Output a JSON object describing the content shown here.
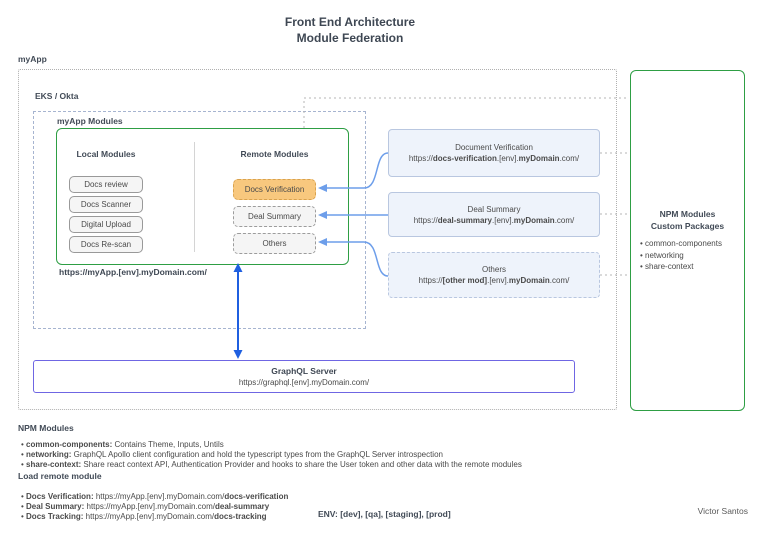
{
  "title": {
    "line1": "Front End Architecture",
    "line2": "Module Federation"
  },
  "labels": {
    "myapp": "myApp",
    "eks": "EKS / Okta",
    "myapp_modules": "myApp Modules",
    "local_heading": "Local Modules",
    "remote_heading": "Remote Modules",
    "myapp_url": "https://myApp.[env].myDomain.com/"
  },
  "local_modules": [
    "Docs review",
    "Docs Scanner",
    "Digital Upload",
    "Docs Re-scan"
  ],
  "remote_modules": [
    "Docs Verification",
    "Deal Summary",
    "Others"
  ],
  "remote_boxes": [
    {
      "title": "Document Verification",
      "url_pre": "https://",
      "url_b1": "docs-verification",
      "url_mid": ".[env].",
      "url_b2": "myDomain",
      "url_suf": ".com/"
    },
    {
      "title": "Deal Summary",
      "url_pre": "https://",
      "url_b1": "deal-summary",
      "url_mid": ".[env].",
      "url_b2": "myDomain",
      "url_suf": ".com/"
    },
    {
      "title": "Others",
      "url_pre": "https://",
      "url_b1": "[other mod]",
      "url_mid": ".[env].",
      "url_b2": "myDomain",
      "url_suf": ".com/"
    }
  ],
  "graphql": {
    "title": "GraphQL Server",
    "url": "https://graphql.[env].myDomain.com/"
  },
  "npm_box": {
    "title1": "NPM Modules",
    "title2": "Custom Packages",
    "items": [
      "common-components",
      "networking",
      "share-context"
    ]
  },
  "notes": {
    "npm_heading": "NPM Modules",
    "npm_items": [
      {
        "label": "common-components:",
        "text": " Contains Theme, Inputs, Untils"
      },
      {
        "label": "networking:",
        "text": " GraphQL Apollo client configuration and hold the typescript types from the GraphQL Server introspection"
      },
      {
        "label": "share-context:",
        "text": "  Share react context API, Authentication Provider and hooks to share the User token and other data with the remote modules"
      }
    ],
    "load_heading": "Load remote module",
    "load_items": [
      {
        "label": "Docs Verification:",
        "url": " https://myApp.[env].myDomain.com/",
        "path": "docs-verification"
      },
      {
        "label": "Deal Summary:",
        "url": " https://myApp.[env].myDomain.com/",
        "path": "deal-summary"
      },
      {
        "label": "Docs Tracking:",
        "url": " https://myApp.[env].myDomain.com/",
        "path": "docs-tracking"
      }
    ],
    "env": "ENV: [dev], [qa], [staging], [prod]",
    "author": "Victor Santos"
  },
  "colors": {
    "green": "#2e9e44",
    "purple": "#6f66e3",
    "arrow_light_blue": "#6d9eea",
    "arrow_strong_blue": "#1f5fe0",
    "orange_fill": "#f8c87e",
    "orange_border": "#d9a24e",
    "remote_box_fill": "#eef3fb",
    "remote_box_border": "#b9c7e0"
  }
}
